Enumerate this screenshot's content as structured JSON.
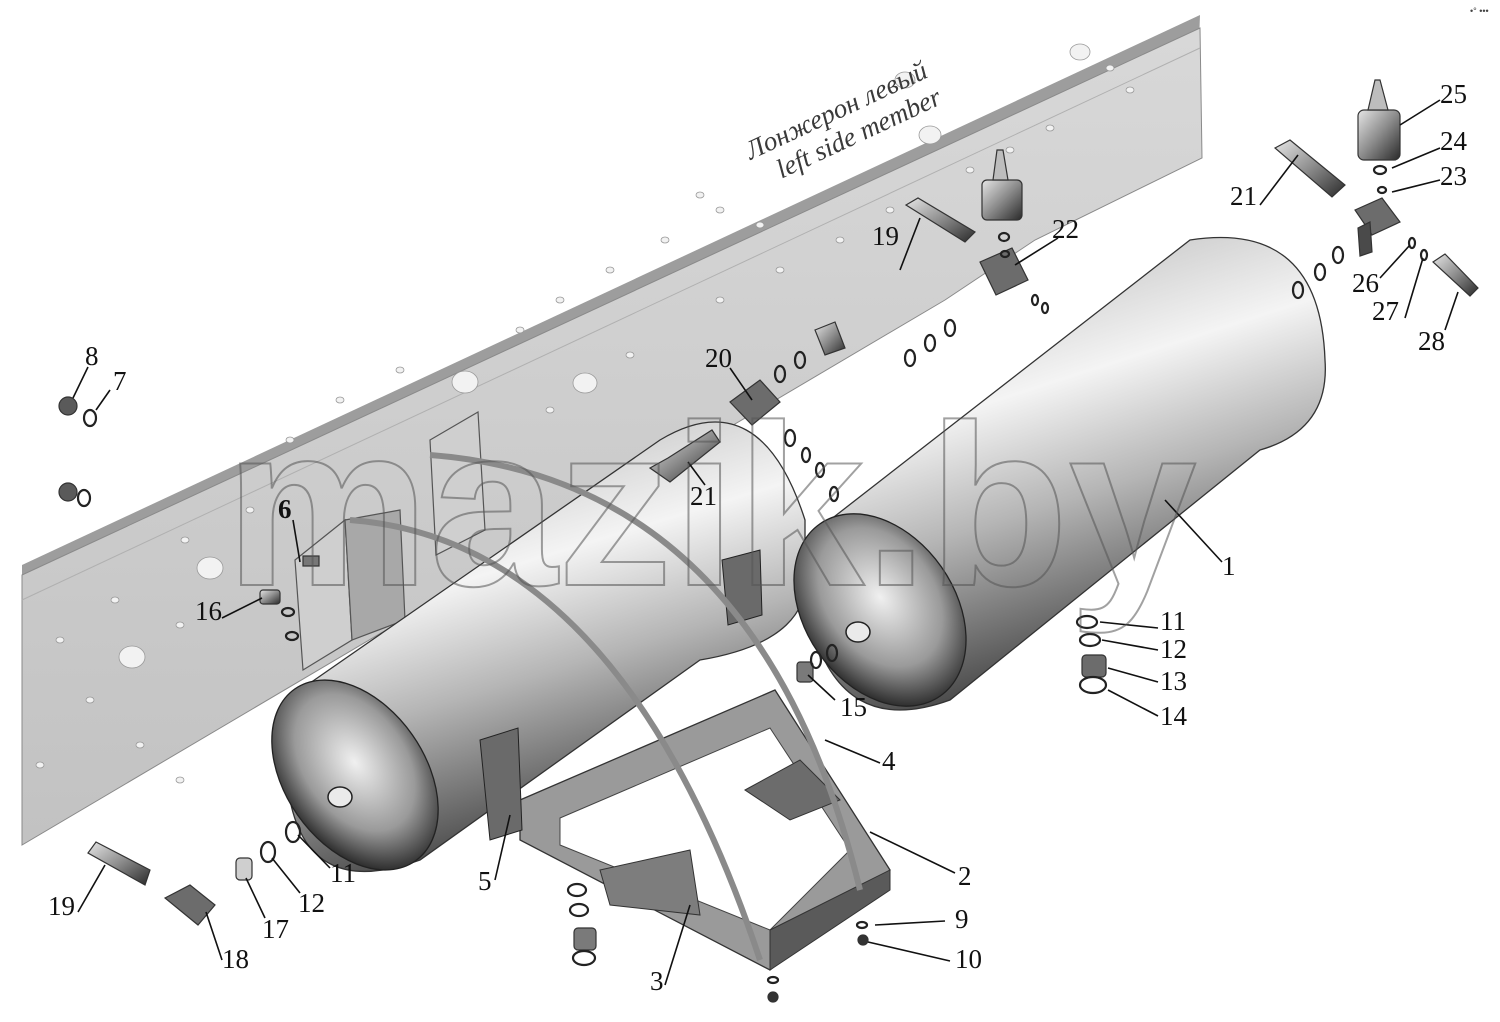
{
  "frame_label_ru": "Лонжерон левый",
  "frame_label_en": "left side member",
  "watermark": "mazik.by",
  "corner_mark": "•° •••",
  "callouts": [
    {
      "id": "c1",
      "text": "1"
    },
    {
      "id": "c2",
      "text": "2"
    },
    {
      "id": "c3",
      "text": "3"
    },
    {
      "id": "c4",
      "text": "4"
    },
    {
      "id": "c5",
      "text": "5"
    },
    {
      "id": "c6",
      "text": "6"
    },
    {
      "id": "c7",
      "text": "7"
    },
    {
      "id": "c8",
      "text": "8"
    },
    {
      "id": "c9",
      "text": "9"
    },
    {
      "id": "c10",
      "text": "10"
    },
    {
      "id": "c11a",
      "text": "11"
    },
    {
      "id": "c11b",
      "text": "11"
    },
    {
      "id": "c12a",
      "text": "12"
    },
    {
      "id": "c12b",
      "text": "12"
    },
    {
      "id": "c13",
      "text": "13"
    },
    {
      "id": "c14",
      "text": "14"
    },
    {
      "id": "c15",
      "text": "15"
    },
    {
      "id": "c16",
      "text": "16"
    },
    {
      "id": "c17",
      "text": "17"
    },
    {
      "id": "c18",
      "text": "18"
    },
    {
      "id": "c19a",
      "text": "19"
    },
    {
      "id": "c19b",
      "text": "19"
    },
    {
      "id": "c20",
      "text": "20"
    },
    {
      "id": "c21a",
      "text": "21"
    },
    {
      "id": "c21b",
      "text": "21"
    },
    {
      "id": "c22",
      "text": "22"
    },
    {
      "id": "c23",
      "text": "23"
    },
    {
      "id": "c24",
      "text": "24"
    },
    {
      "id": "c25",
      "text": "25"
    },
    {
      "id": "c26",
      "text": "26"
    },
    {
      "id": "c27",
      "text": "27"
    },
    {
      "id": "c28",
      "text": "28"
    }
  ]
}
